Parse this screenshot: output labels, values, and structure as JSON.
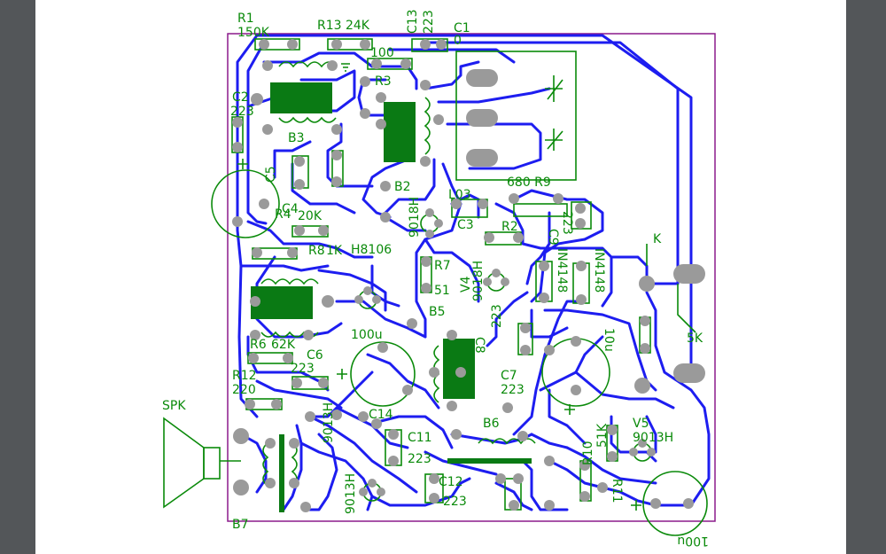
{
  "colors": {
    "viewer_bg": "#535659",
    "page_bg": "#ffffff",
    "silkscreen": "#0a8a0a",
    "trace": "#1d1df0",
    "pad": "#9a9a9a",
    "board_outline": "#8b1a8b"
  },
  "labels": {
    "r1": "R1",
    "r1_val": "150K",
    "r13": "R13 24K",
    "c13": "C13",
    "c13_val": "223",
    "c1": "C1",
    "c1_val": "0",
    "r100": "100",
    "r3": "R3",
    "c2": "C2",
    "c2_val": "223",
    "b3": "B3",
    "c5": "C5",
    "c4": "C4",
    "r4": "R4",
    "r4_val": "20K",
    "r8": "R8",
    "r8_val": "1K",
    "b2": "B2",
    "q1": "9018H",
    "r9": "680 R9",
    "l03": "L03",
    "c3": "C3",
    "r2": "R2",
    "c9": "C9",
    "c9_val": "223",
    "h8106": "H8106",
    "r7": "R7",
    "r7_val": "51",
    "v4": "V4",
    "v4_part": "9018H",
    "b5": "B5",
    "d1": "IN4148",
    "d2": "IN4148",
    "k": "K",
    "r6": "R6",
    "r6_val": "62K",
    "c6": "C6",
    "c6_val": "223",
    "c100u": "100u",
    "c8": "C8",
    "c8_val": "223",
    "c7": "C7",
    "c7_val": "223",
    "c10": "10u",
    "pot": "5K",
    "r12": "R12",
    "r12_val": "220",
    "spk": "SPK",
    "v3": "9013H",
    "c14": "C14",
    "c11": "C11",
    "c11_val": "223",
    "b6": "B6",
    "v5": "V5",
    "v5_part": "9013H",
    "r10": "R10",
    "r10_val": "51K",
    "r11": "R11",
    "c12": "C12",
    "c12_val": "223",
    "v2": "9013H",
    "b7": "B7",
    "c100u_b": "100u"
  }
}
